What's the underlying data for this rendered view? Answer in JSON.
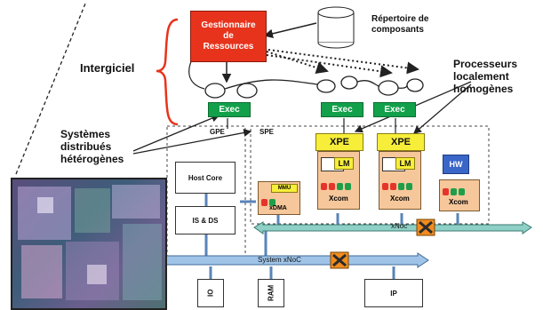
{
  "labels": {
    "gestionnaire": "Gestionnaire\nde\nRessources",
    "repertoire": "Répertoire de\ncomposants",
    "intergiciel": "Intergiciel",
    "processeurs": "Processeurs\nlocalement\nhomogènes",
    "systemes": "Systèmes\ndistribués\nhétérogènes",
    "gpe": "GPE",
    "spe": "SPE"
  },
  "exec_label": "Exec",
  "blocks": {
    "host_core": "Host Core",
    "is_ds": "IS & DS",
    "mmu": "MMU",
    "xdma": "xDMA",
    "xpe": "XPE",
    "lm": "LM",
    "xcom": "Xcom",
    "hw": "HW"
  },
  "buses": {
    "xnoc": "xNoc",
    "system_xnoc": "System xNoC"
  },
  "peripherals": {
    "io": "IO",
    "ram": "RAM",
    "ip": "IP"
  },
  "colors": {
    "resource_manager": "#e8331c",
    "exec": "#13a04a",
    "xpe": "#f7ee3a",
    "hw": "#3a66c8",
    "xcom": "#f6c79a",
    "bus": "#8fd0c6",
    "system_bus": "#9fc4e8",
    "switch": "#f08c1e"
  }
}
